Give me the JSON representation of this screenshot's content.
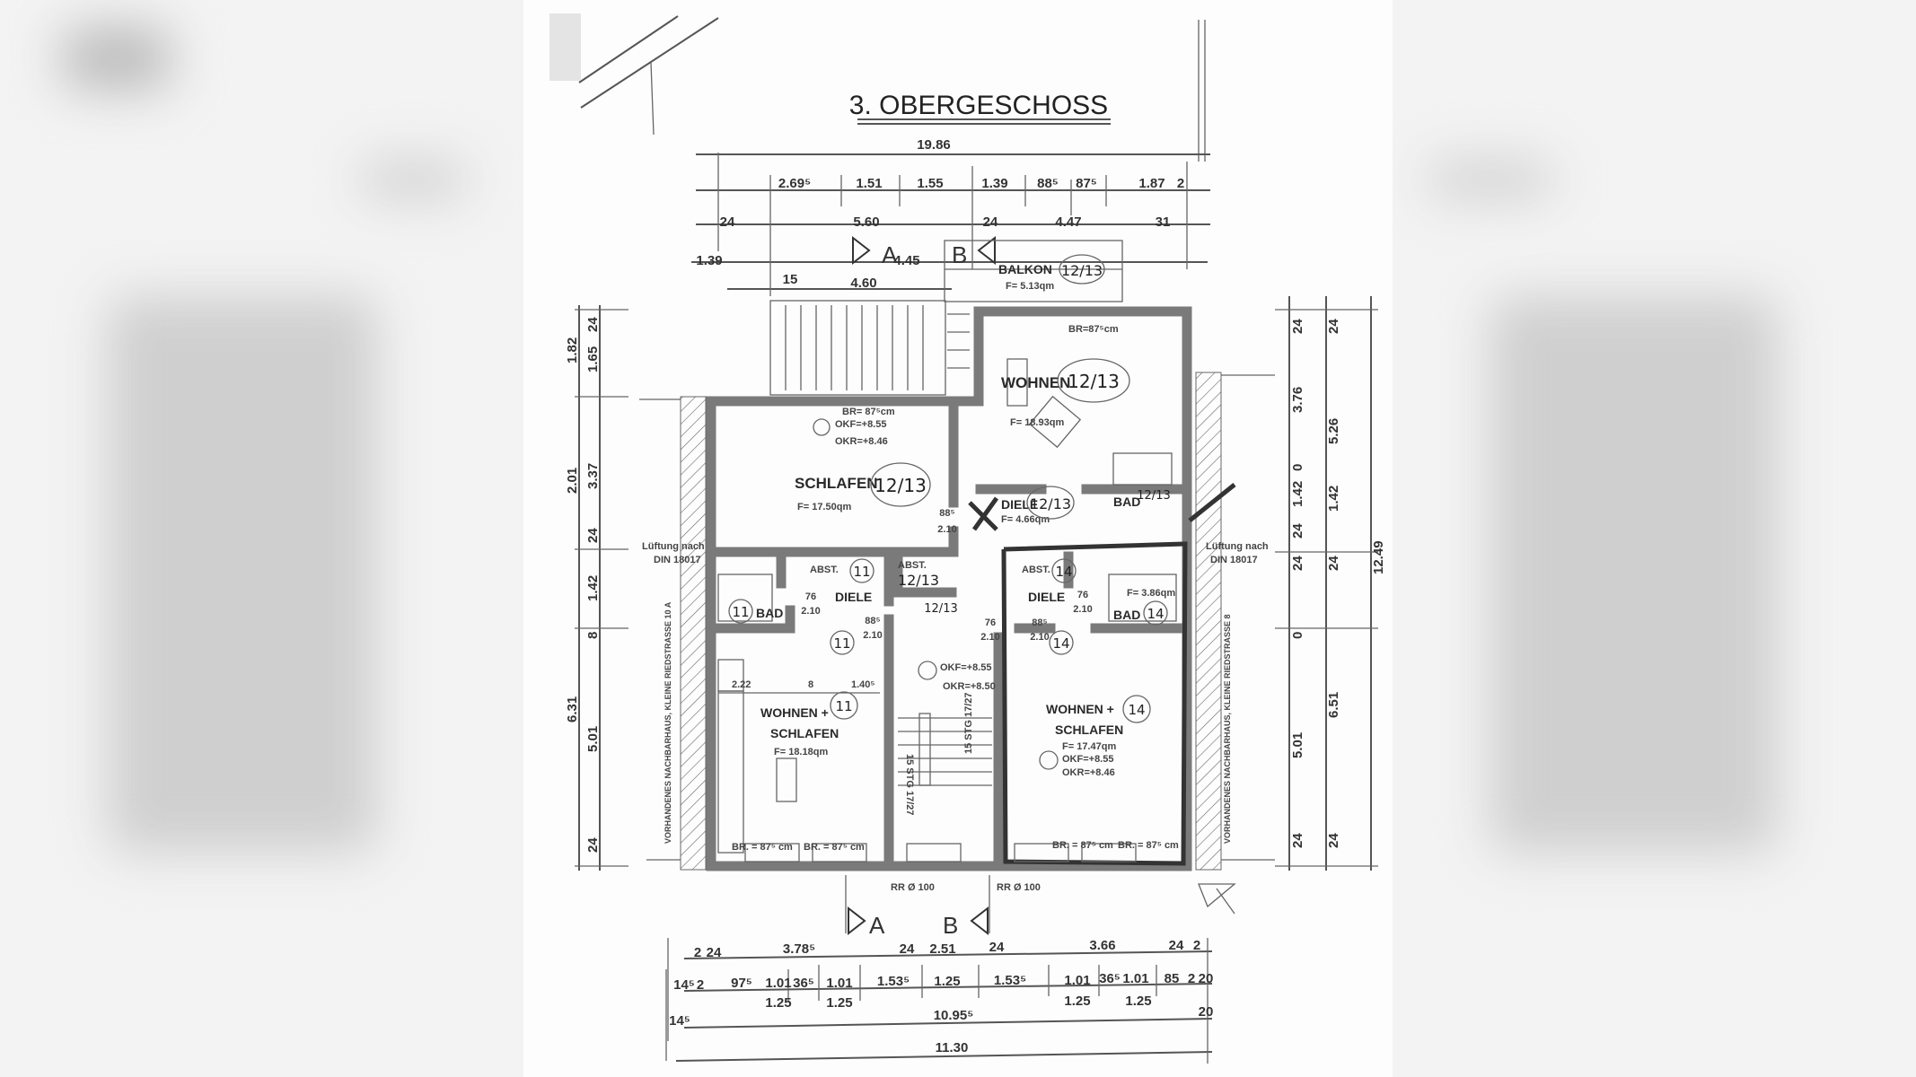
{
  "title": "3. OBERGESCHOSS",
  "dims_top": {
    "overall": "19.86",
    "row2": [
      "2.69⁵",
      "1.51",
      "1.55",
      "1.39",
      "88⁵",
      "87⁵",
      "1.87",
      "2"
    ],
    "row3": [
      "24",
      "5.60",
      "24",
      "4.47",
      "31"
    ],
    "row4": [
      "1.39",
      "4.45"
    ],
    "row5": [
      "15",
      "4.60"
    ]
  },
  "dims_left": {
    "inner": [
      "24",
      "1.65",
      "3.37",
      "24",
      "1.42",
      "8",
      "5.01",
      "24"
    ],
    "outer": [
      "1.82",
      "2.01",
      "6.31"
    ]
  },
  "dims_right": {
    "inner": [
      "24",
      "3.76",
      "0",
      "1.42",
      "24",
      "24",
      "0",
      "5.01",
      "24"
    ],
    "outer": [
      "24",
      "5.26",
      "1.42",
      "24",
      "6.51",
      "24"
    ],
    "overall": "12.49"
  },
  "dims_bottom": {
    "row1": [
      "2",
      "24",
      "3.78⁵",
      "24",
      "2.51",
      "24",
      "3.66",
      "24",
      "2"
    ],
    "row2": [
      "14⁵",
      "2",
      "97⁵",
      "1.01",
      "36⁵",
      "1.01",
      "1.53⁵",
      "1.25",
      "1.53⁵",
      "1.01",
      "36⁵",
      "1.01",
      "85",
      "2",
      "20"
    ],
    "row3": [
      "1.25",
      "1.25",
      "1.25",
      "1.25"
    ],
    "row4": [
      "14⁵",
      "10.95⁵",
      "20"
    ],
    "overall": "11.30"
  },
  "section_marks": [
    "A",
    "B",
    "A",
    "B"
  ],
  "side_notes": {
    "left_vent": [
      "Lüftung nach",
      "DIN 18017"
    ],
    "right_vent": [
      "Lüftung nach",
      "DIN 18017"
    ],
    "left_neighbor": "VORHANDENES NACHBARHAUS, KLEINE RIEDSTRASSE 10 A",
    "right_neighbor": "VORHANDENES NACHBARHAUS, KLEINE RIEDSTRASSE 8"
  },
  "rooms": {
    "balkon": {
      "name": "BALKON",
      "area": "F= 5.13qm",
      "unit": "12/13"
    },
    "wohnen": {
      "name": "WOHNEN",
      "area": "F= 18.93qm",
      "unit": "12/13",
      "br": "BR=87⁵cm"
    },
    "schlafen": {
      "name": "SCHLAFEN",
      "area": "F= 17.50qm",
      "unit": "12/13",
      "br": "BR= 87⁵cm",
      "okf": "OKF=+8.55",
      "okr": "OKR=+8.46"
    },
    "diele_top": {
      "name": "DIELE",
      "area": "F= 4.66qm",
      "unit": "12/13"
    },
    "bad_top": {
      "name": "BAD",
      "unit": "12/13"
    },
    "abst_mid": {
      "name": "ABST.",
      "unit": "12/13"
    },
    "left_abst": {
      "name": "ABST.",
      "unit": "11"
    },
    "left_bad": {
      "name": "BAD",
      "unit": "11"
    },
    "left_diele": {
      "name": "DIELE",
      "unit": "11"
    },
    "left_wohnen": {
      "name1": "WOHNEN +",
      "name2": "SCHLAFEN",
      "area": "F= 18.18qm",
      "unit": "11",
      "dim_a": "2.22",
      "dim_b": "8",
      "dim_c": "1.40⁵",
      "br1": "BR. = 87⁵ cm",
      "br2": "BR. = 87⁵ cm"
    },
    "stair": {
      "okf": "OKF=+8.55",
      "okr": "OKR=+8.50",
      "steps_a": "15 STG 17/27",
      "steps_b": "15 STG 17/27",
      "unit": "12/13"
    },
    "right_abst": {
      "name": "ABST.",
      "unit": "14"
    },
    "right_diele": {
      "name": "DIELE",
      "unit": "14"
    },
    "right_bad": {
      "name": "BAD",
      "area": "F= 3.86qm",
      "unit": "14"
    },
    "right_wohnen": {
      "name1": "WOHNEN +",
      "name2": "SCHLAFEN",
      "area": "F= 17.47qm",
      "okf": "OKF=+8.55",
      "okr": "OKR=+8.46",
      "unit": "14",
      "br1": "BR. = 87⁵ cm",
      "br2": "BR. = 87⁵ cm"
    }
  },
  "doors": {
    "d1_w": "88⁵",
    "d1_h": "2.10",
    "d2_w": "76",
    "d2_h": "2.10",
    "d3_w": "76",
    "d3_h": "2.10",
    "d4_w": "88⁵",
    "d4_h": "2.10",
    "d5_w": "76",
    "d5_h": "2.10",
    "d6_w": "88⁵",
    "d6_h": "2.10"
  },
  "pipes": [
    "RR Ø 100",
    "RR Ø 100"
  ]
}
